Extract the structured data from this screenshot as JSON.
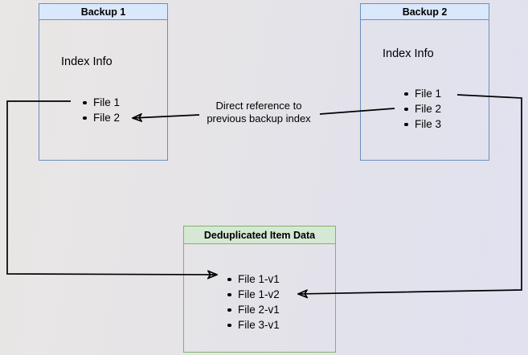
{
  "diagram": {
    "backup1": {
      "title": "Backup 1",
      "section": "Index Info",
      "files": [
        "File 1",
        "File 2"
      ]
    },
    "backup2": {
      "title": "Backup 2",
      "section": "Index Info",
      "files": [
        "File 1",
        "File 2",
        "File 3"
      ]
    },
    "dedup": {
      "title": "Deduplicated Item Data",
      "files": [
        "File 1-v1",
        "File 1-v2",
        "File 2-v1",
        "File 3-v1"
      ]
    },
    "annotation": {
      "line1": "Direct reference to",
      "line2": "previous backup index"
    },
    "colors": {
      "blue_fill": "#dae8fc",
      "blue_border": "#6c8ebf",
      "green_fill": "#d5e8d4",
      "green_border": "#82b366",
      "arrow": "#000000",
      "background_left": "#e9e7e5",
      "background_right": "#e1e1f0"
    }
  }
}
